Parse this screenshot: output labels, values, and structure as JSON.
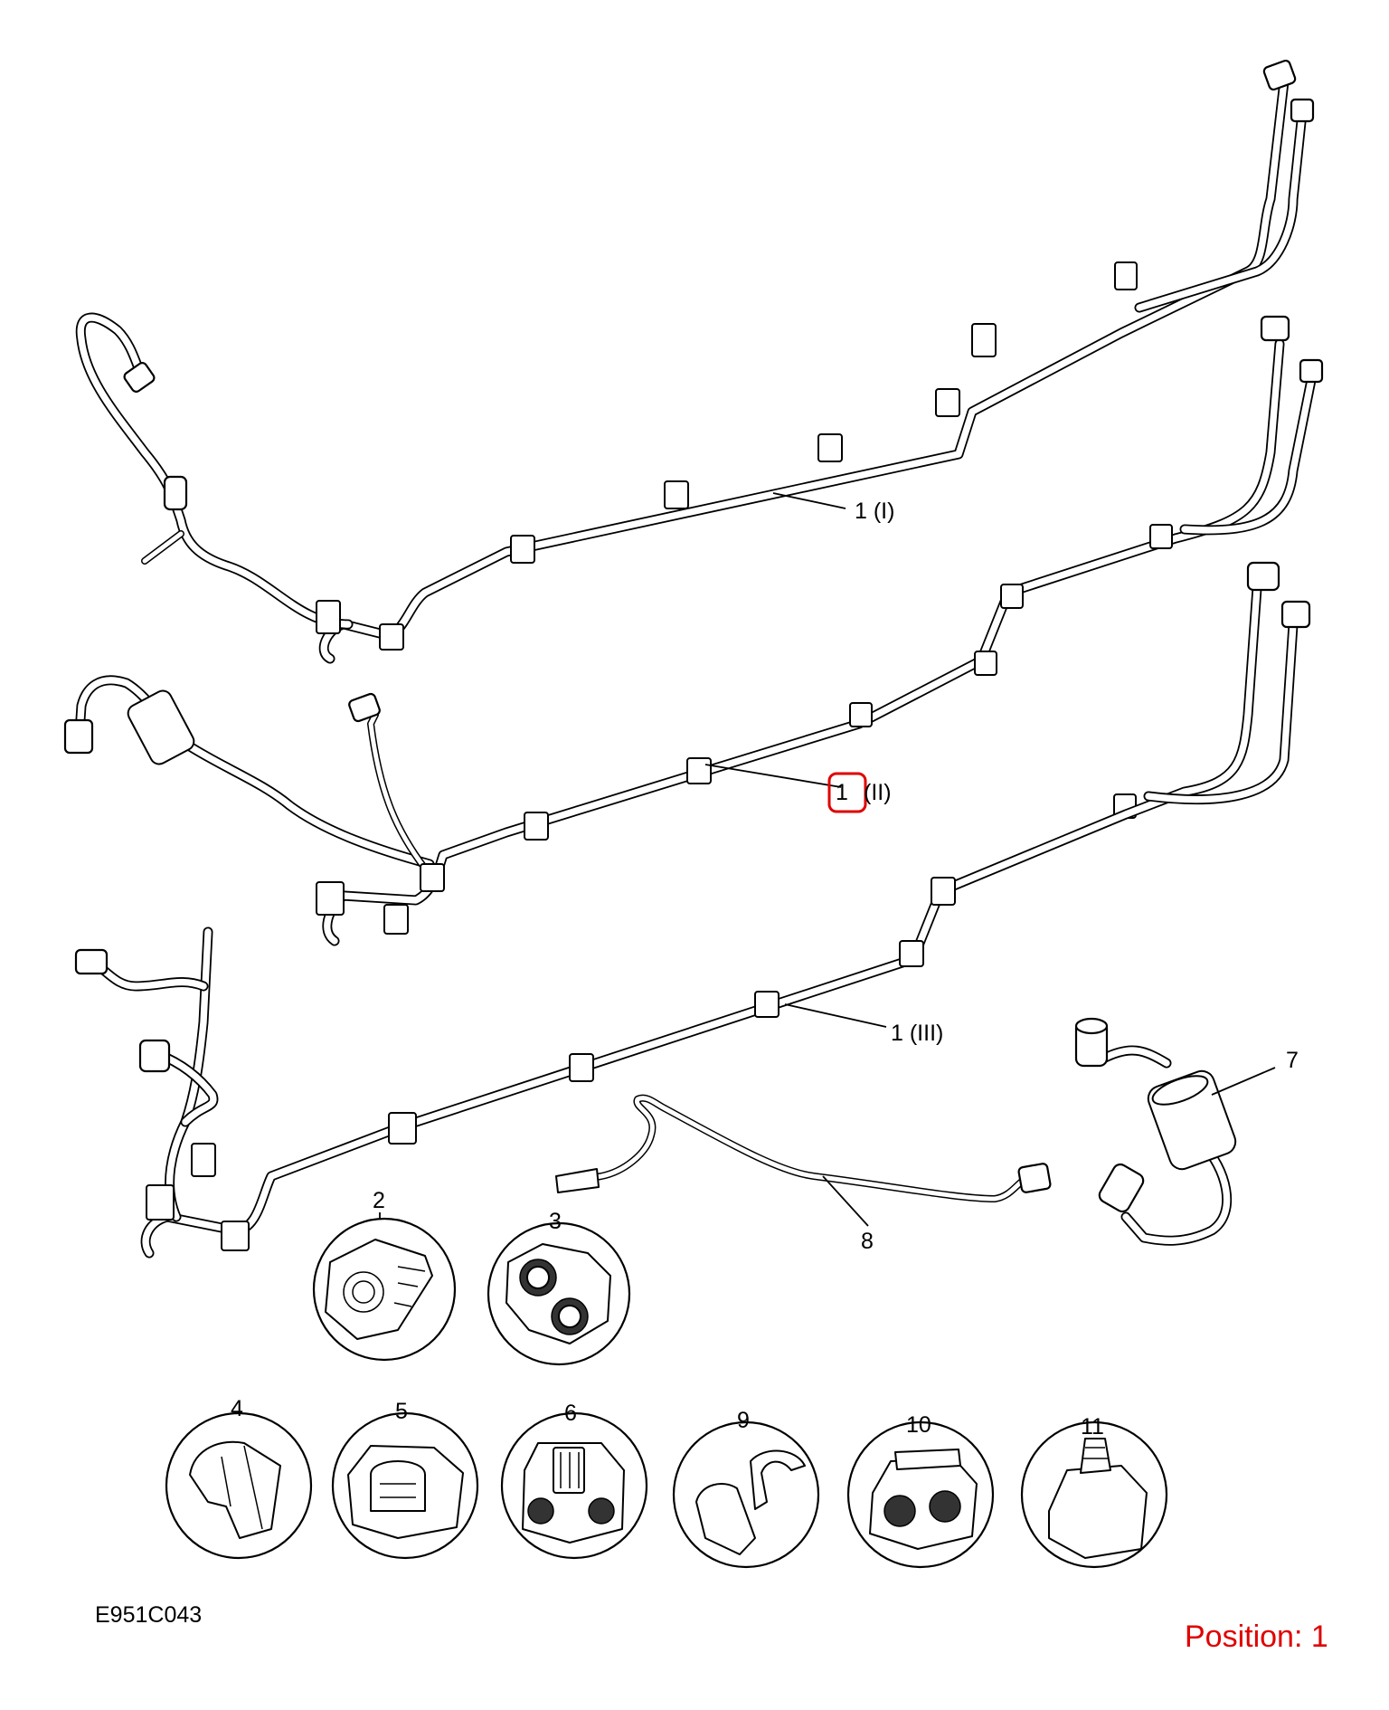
{
  "callouts": {
    "pipe_1_i": "1  (I)",
    "pipe_1_ii_num": "1",
    "pipe_1_ii_suffix": "(II)",
    "pipe_1_iii": "1  (III)",
    "filter": "7",
    "return_line": "8",
    "clip_2": "2",
    "clip_3": "3",
    "clip_4": "4",
    "clip_5": "5",
    "clip_6": "6",
    "clip_9": "9",
    "clip_10": "10",
    "clip_11": "11"
  },
  "diagram_code": "E951C043",
  "position_label": "Position: 1",
  "colors": {
    "line": "#000000",
    "background": "#ffffff",
    "highlight": "#e00000"
  }
}
